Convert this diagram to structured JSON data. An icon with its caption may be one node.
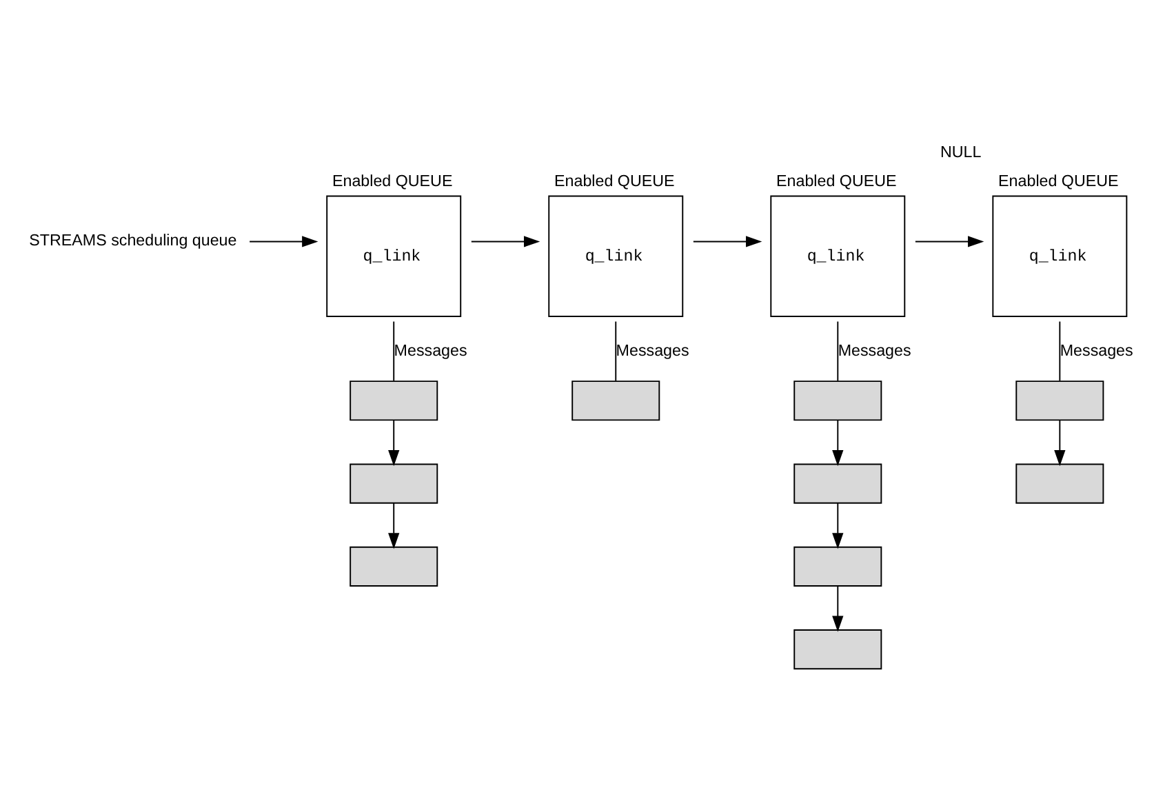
{
  "diagram": {
    "nodes": [
      {
        "text": [
          "STREAMS scheduling queue"
        ]
      },
      {
        "text": [
          "Enabled QUEUE",
          "q_link"
        ]
      },
      {
        "text": [
          "Enabled QUEUE",
          "q_link"
        ]
      },
      {
        "text": [
          "Enabled QUEUE",
          "q_link"
        ]
      },
      {
        "text": [
          "Enabled QUEUE",
          "q_link"
        ],
        "beside": [
          "NULL"
        ]
      },
      {
        "text": [],
        "shape": "box"
      },
      {
        "text": [],
        "shape": "box"
      },
      {
        "text": [],
        "shape": "box"
      },
      {
        "text": [],
        "shape": "box"
      },
      {
        "text": [],
        "shape": "box"
      },
      {
        "text": [],
        "shape": "box"
      },
      {
        "text": [],
        "shape": "box"
      },
      {
        "text": [],
        "shape": "box"
      },
      {
        "text": [],
        "shape": "box"
      },
      {
        "text": [],
        "shape": "box"
      }
    ],
    "edges": [
      {
        "from": 0,
        "to": 1,
        "arrow": "to"
      },
      {
        "from": 1,
        "to": 2,
        "arrow": "to"
      },
      {
        "from": 2,
        "to": 3,
        "arrow": "to"
      },
      {
        "from": 3,
        "to": 4,
        "arrow": "to"
      },
      {
        "from": 1,
        "to": 5,
        "arrow": "none",
        "label": "Messages"
      },
      {
        "from": 5,
        "to": 6,
        "arrow": "to"
      },
      {
        "from": 6,
        "to": 7,
        "arrow": "to"
      },
      {
        "from": 2,
        "to": 8,
        "arrow": "none",
        "label": "Messages"
      },
      {
        "from": 3,
        "to": 9,
        "arrow": "none",
        "label": "Messages"
      },
      {
        "from": 9,
        "to": 10,
        "arrow": "to"
      },
      {
        "from": 10,
        "to": 11,
        "arrow": "to"
      },
      {
        "from": 11,
        "to": 12,
        "arrow": "to"
      },
      {
        "from": 4,
        "to": 13,
        "arrow": "none",
        "label": "Messages"
      },
      {
        "from": 13,
        "to": 14,
        "arrow": "to"
      }
    ]
  }
}
